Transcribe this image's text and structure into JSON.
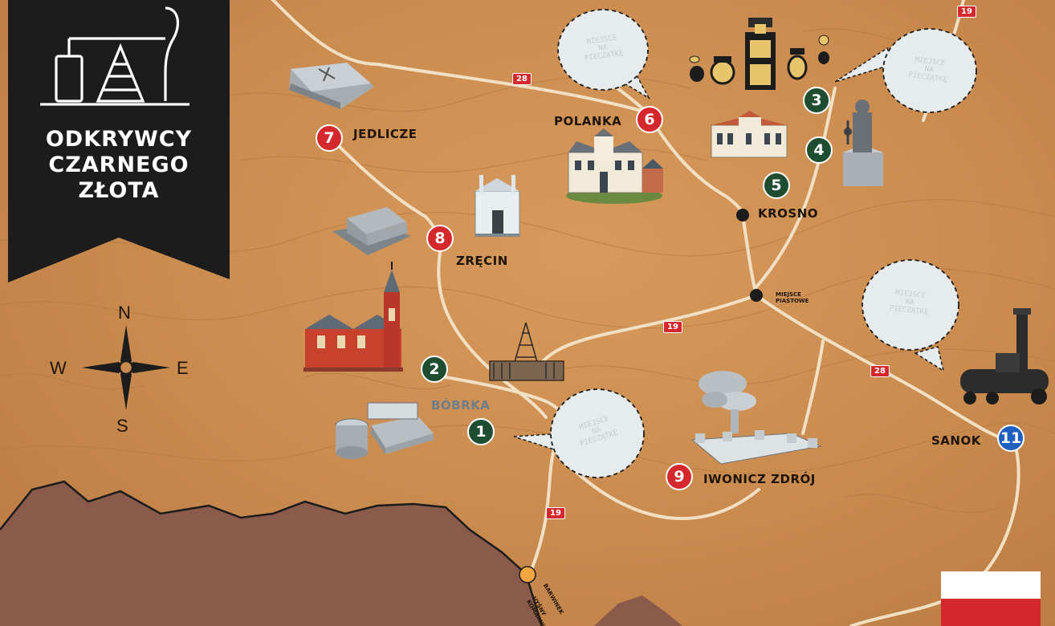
{
  "banner": {
    "title_lines": [
      "ODKRYWCY",
      "CZARNEGO",
      "ZŁOTA"
    ],
    "bg_color": "#1c1c1c"
  },
  "compass": {
    "north": "N",
    "south": "S",
    "east": "E",
    "west": "W"
  },
  "places": {
    "jedlicze": "JEDLICZE",
    "polanka": "POLANKA",
    "zrecin": "ZRĘCIN",
    "krosno": "KROSNO",
    "bobrka": "BÓBRKA",
    "iwonicz": "IWONICZ ZDRÓJ",
    "sanok": "SANOK",
    "miejsce_piastowe": [
      "MIEJSCE",
      "PIASTOWE"
    ],
    "barwinek": "BARWINEK",
    "vysny_komarnik": [
      "VYŠNÝ",
      "KOMÁRNIK"
    ]
  },
  "markers": {
    "m1": "1",
    "m2": "2",
    "m3": "3",
    "m4": "4",
    "m5": "5",
    "m6": "6",
    "m7": "7",
    "m8": "8",
    "m9": "9",
    "m11": "11"
  },
  "roads": {
    "r28a": "28",
    "r28b": "28",
    "r19a": "19",
    "r19b": "19",
    "r19c": "19"
  },
  "bubbles": {
    "b_polanka": [
      "MIEJSCE",
      "NA",
      "PIECZĄTKĘ"
    ],
    "b_krosno": [
      "MIEJSCE",
      "NA",
      "PIECZĄTKĘ"
    ],
    "b_sanok": [
      "MIEJSCE",
      "NA",
      "PIECZĄTKĘ"
    ],
    "b_bobrka": [
      "MIEJSCE",
      "NA",
      "PIECZĄTKĘ"
    ]
  },
  "colors": {
    "map": "#c98a4e",
    "road": "#f1e0c4",
    "mountains": "#8a5a4a",
    "marker_red": "#d4282c",
    "marker_green": "#1f4d31",
    "marker_blue": "#1f5fc0"
  }
}
